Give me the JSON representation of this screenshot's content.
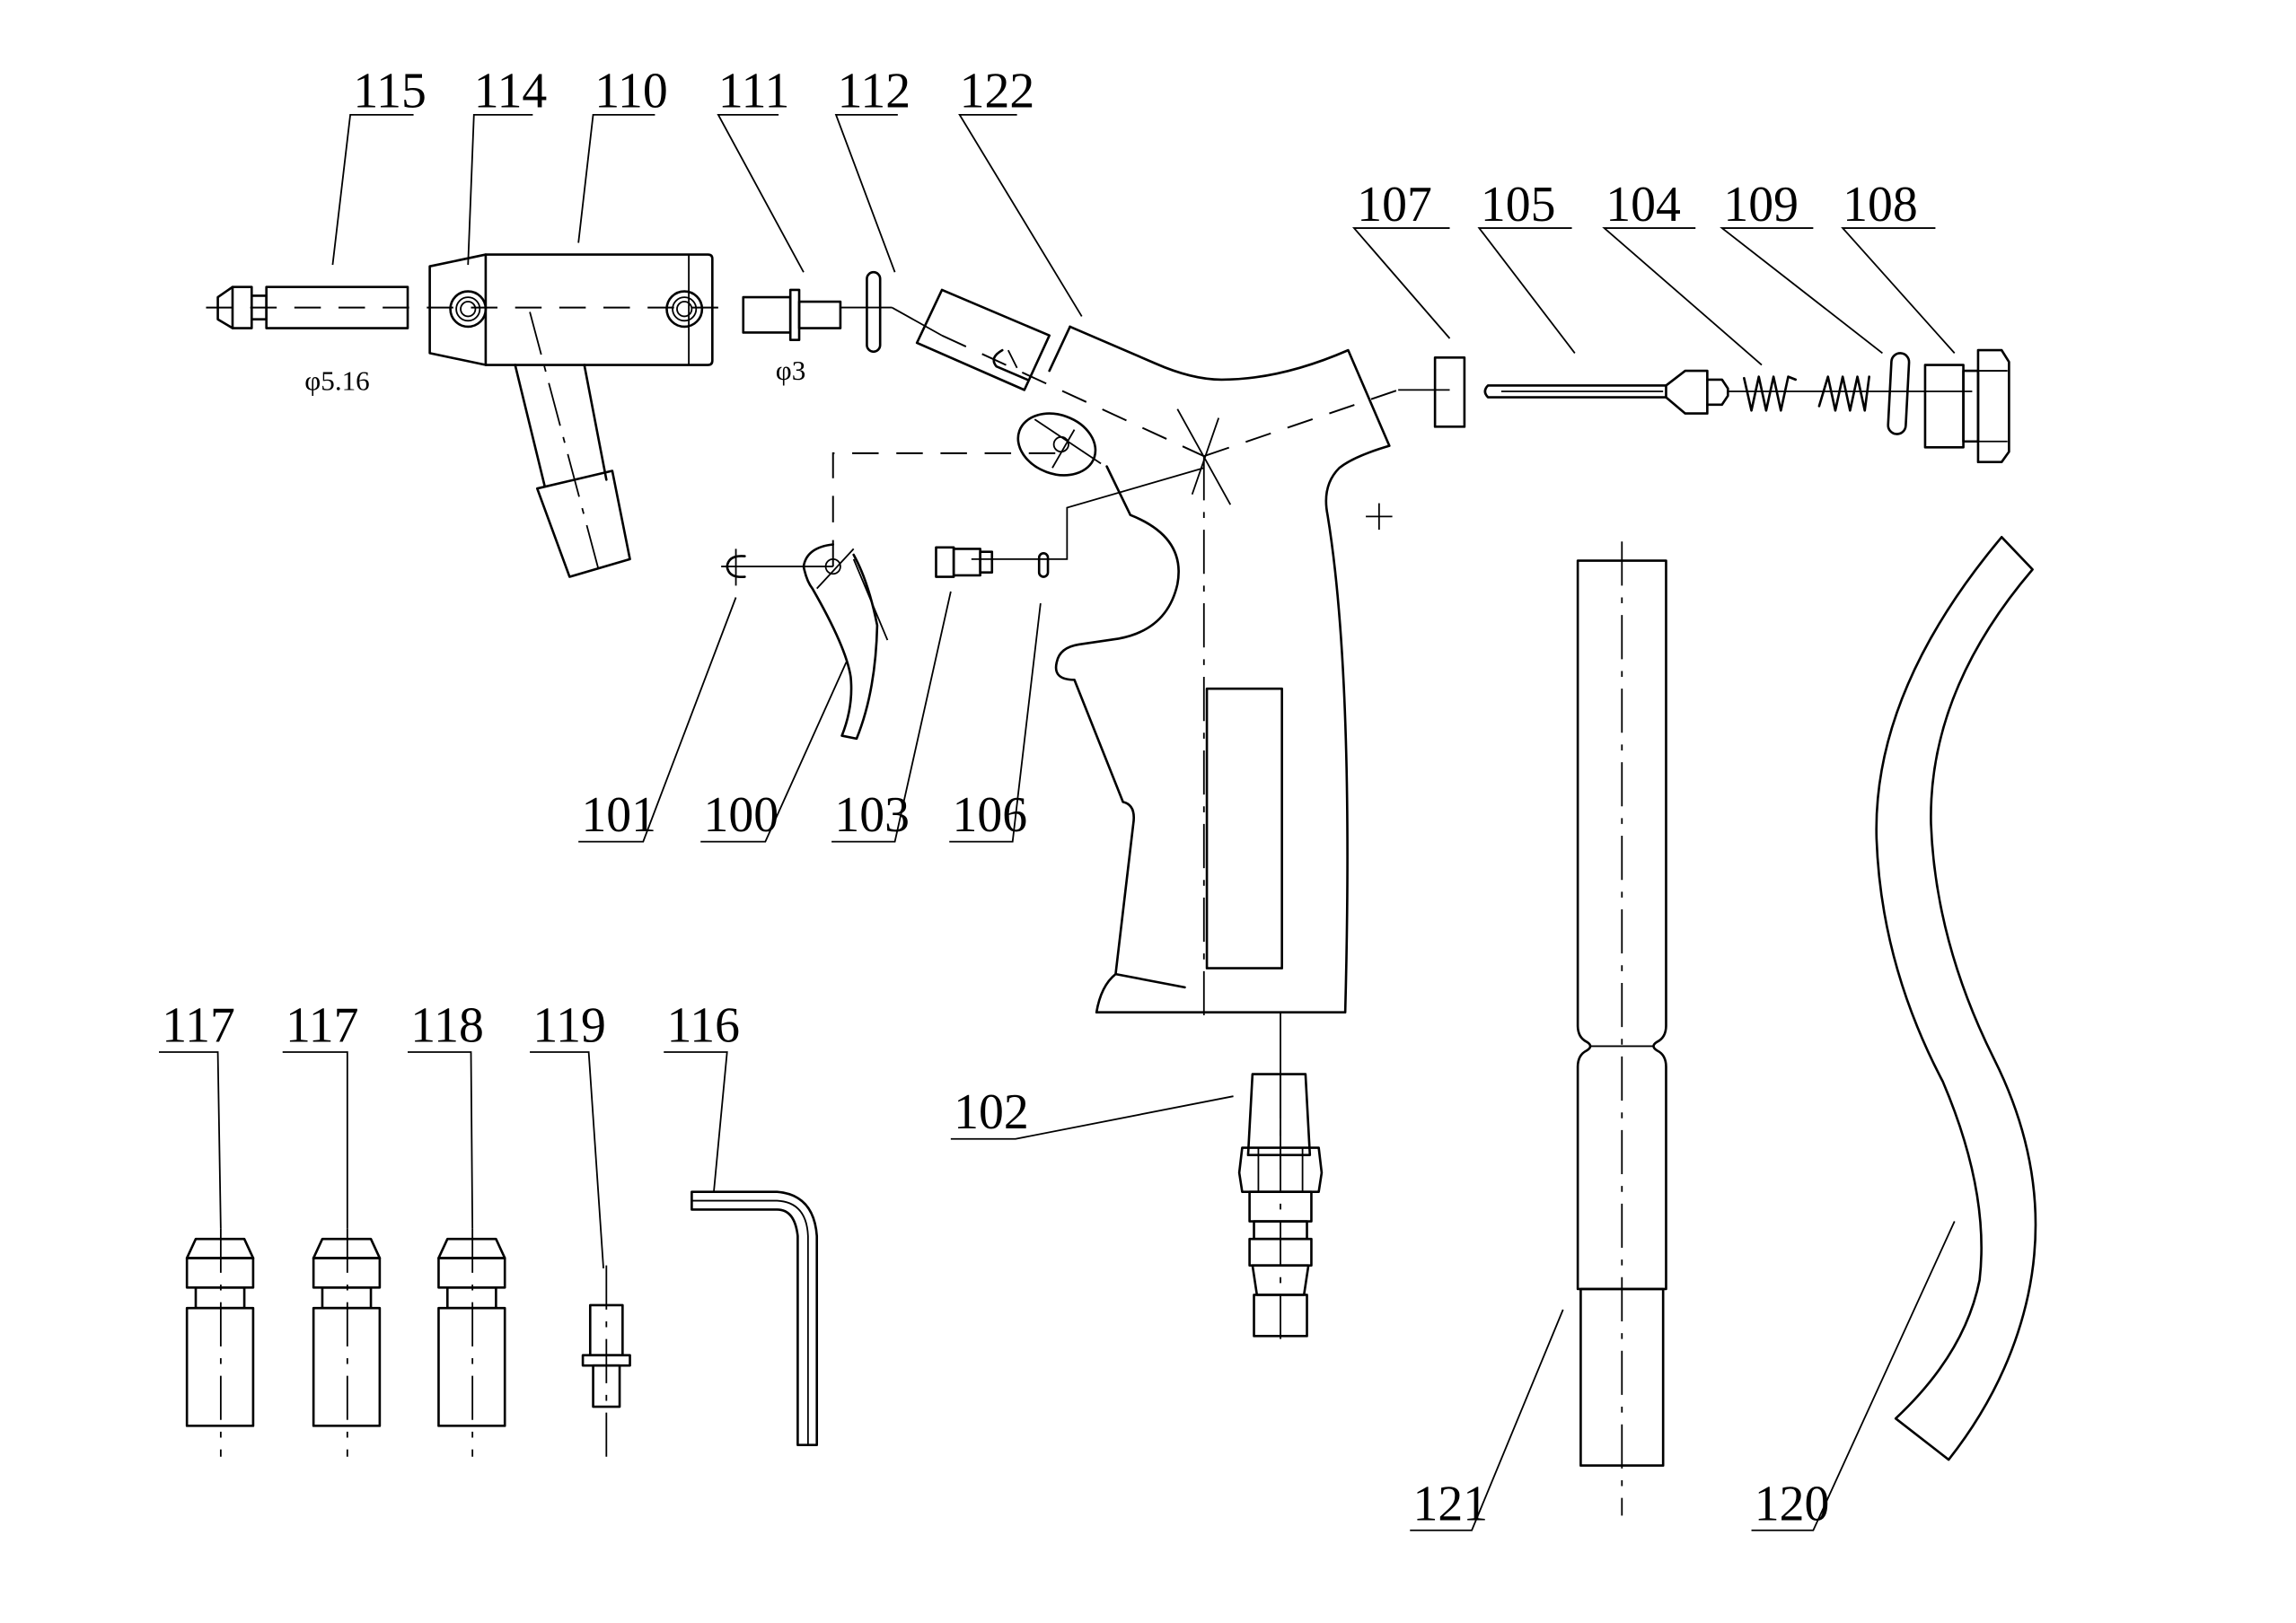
{
  "drawing": {
    "title": "Exploded view - air blow gun parts",
    "line_color": "#000000",
    "background": "#ffffff"
  },
  "callouts": [
    {
      "id": "115",
      "label": "115",
      "part": "nozzle-tip"
    },
    {
      "id": "114",
      "label": "114",
      "part": "screw"
    },
    {
      "id": "110",
      "label": "110",
      "part": "nozzle-block"
    },
    {
      "id": "111",
      "label": "111",
      "part": "nozzle-insert"
    },
    {
      "id": "112",
      "label": "112",
      "part": "o-ring"
    },
    {
      "id": "122",
      "label": "122",
      "part": "barrel"
    },
    {
      "id": "107",
      "label": "107",
      "part": "seal"
    },
    {
      "id": "105",
      "label": "105",
      "part": "valve-stem"
    },
    {
      "id": "104",
      "label": "104",
      "part": "spring"
    },
    {
      "id": "109",
      "label": "109",
      "part": "o-ring"
    },
    {
      "id": "108",
      "label": "108",
      "part": "end-cap-nut"
    },
    {
      "id": "101",
      "label": "101",
      "part": "c-clip"
    },
    {
      "id": "100",
      "label": "100",
      "part": "trigger"
    },
    {
      "id": "103",
      "label": "103",
      "part": "adjusting-screw"
    },
    {
      "id": "106",
      "label": "106",
      "part": "o-ring"
    },
    {
      "id": "102",
      "label": "102",
      "part": "quick-connector"
    },
    {
      "id": "117a",
      "label": "117",
      "part": "nozzle"
    },
    {
      "id": "117b",
      "label": "117",
      "part": "nozzle"
    },
    {
      "id": "118",
      "label": "118",
      "part": "nozzle"
    },
    {
      "id": "119",
      "label": "119",
      "part": "nozzle-insert"
    },
    {
      "id": "116",
      "label": "116",
      "part": "hex-key"
    },
    {
      "id": "121",
      "label": "121",
      "part": "extension-tube"
    },
    {
      "id": "120",
      "label": "120",
      "part": "curved-tube"
    }
  ],
  "dimensions": {
    "tip_diameter": "φ5.16",
    "insert_diameter": "φ3"
  }
}
